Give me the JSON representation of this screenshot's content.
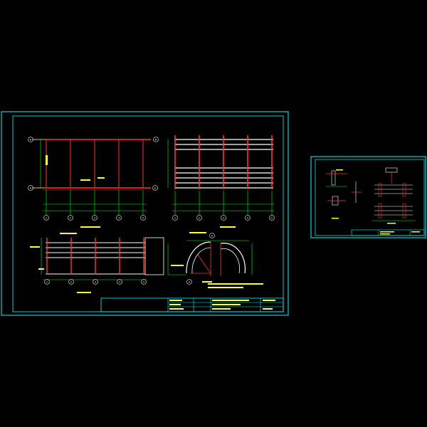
{
  "axes": {
    "rows": [
      "B",
      "A"
    ],
    "cols": [
      "1",
      "2",
      "3",
      "4",
      "5"
    ]
  },
  "arc_axes": [
    "A",
    "A"
  ],
  "colors": {
    "background": "#000000",
    "frame": "#00ffff",
    "dimension": "#00ff00",
    "member": "#ff3333",
    "axis_circle": "#ffffff",
    "text": "#ffff33",
    "title_text": "#ffffff"
  }
}
